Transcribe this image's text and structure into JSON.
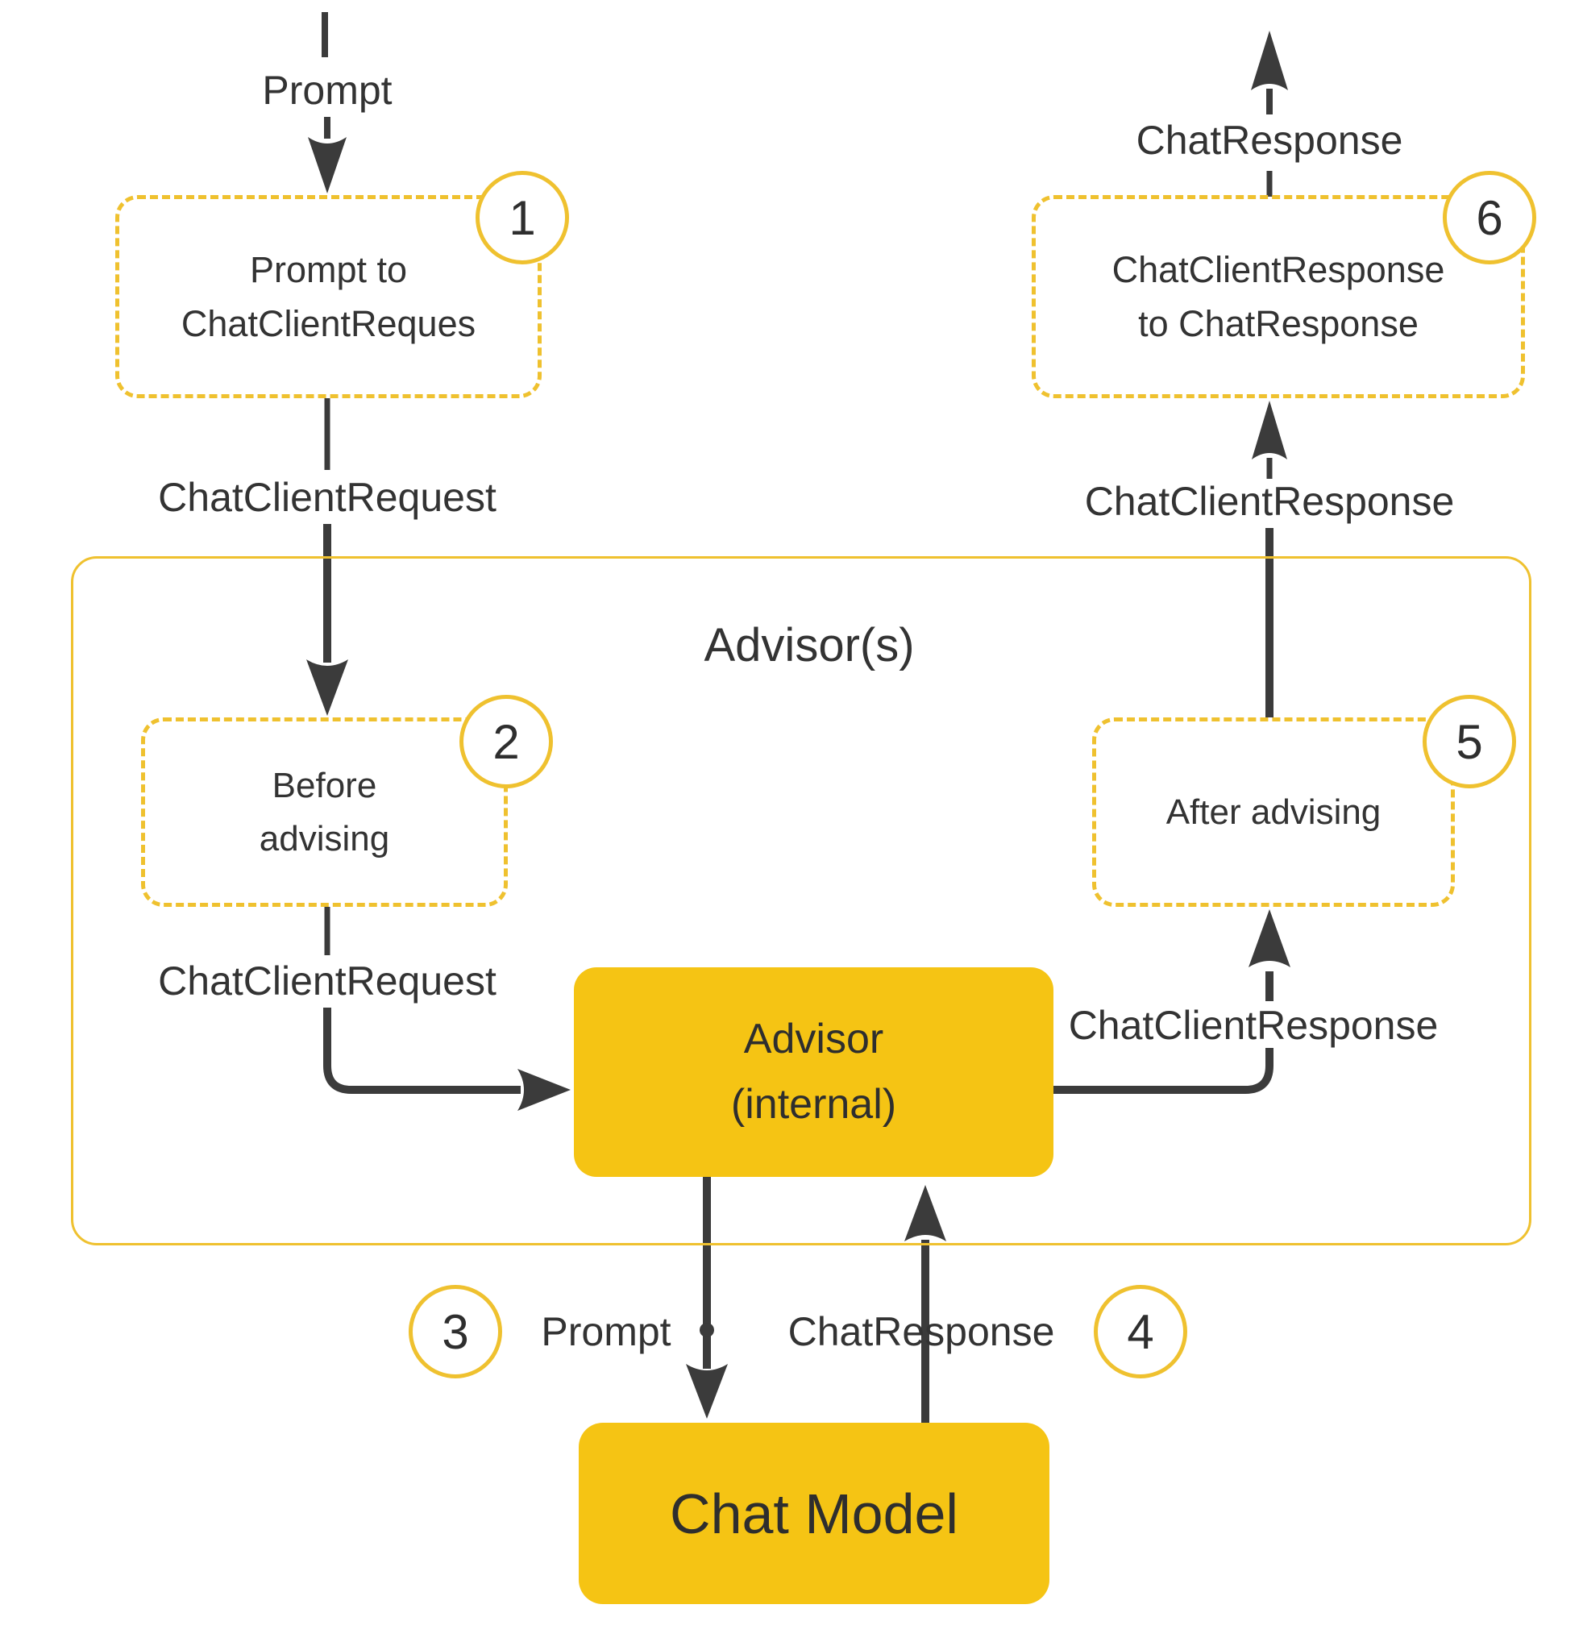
{
  "colors": {
    "accent_stroke": "#EFC12F",
    "node_fill": "#F5C414",
    "arrow_ink": "#3B3B3B",
    "text_ink": "#333333"
  },
  "flow_labels": {
    "prompt_top": "Prompt",
    "chat_client_request_upper": "ChatClientRequest",
    "chat_client_request_inner": "ChatClientRequest",
    "chat_client_response_inner": "ChatClientResponse",
    "chat_client_response_outer": "ChatClientResponse",
    "chat_response_top": "ChatResponse",
    "prompt_bottom": "Prompt",
    "chat_response_bottom": "ChatResponse"
  },
  "container": {
    "title": "Advisor(s)"
  },
  "steps": {
    "step1": {
      "number": "1",
      "line1": "Prompt to",
      "line2": "ChatClientReques"
    },
    "step2": {
      "number": "2",
      "line1": "Before",
      "line2": "advising"
    },
    "step3": {
      "number": "3"
    },
    "step4": {
      "number": "4"
    },
    "step5": {
      "number": "5",
      "label": "After advising"
    },
    "step6": {
      "number": "6",
      "line1": "ChatClientResponse",
      "line2": "to ChatResponse"
    }
  },
  "nodes": {
    "advisor_internal": {
      "line1": "Advisor",
      "line2": "(internal)"
    },
    "chat_model": {
      "label": "Chat Model"
    }
  }
}
